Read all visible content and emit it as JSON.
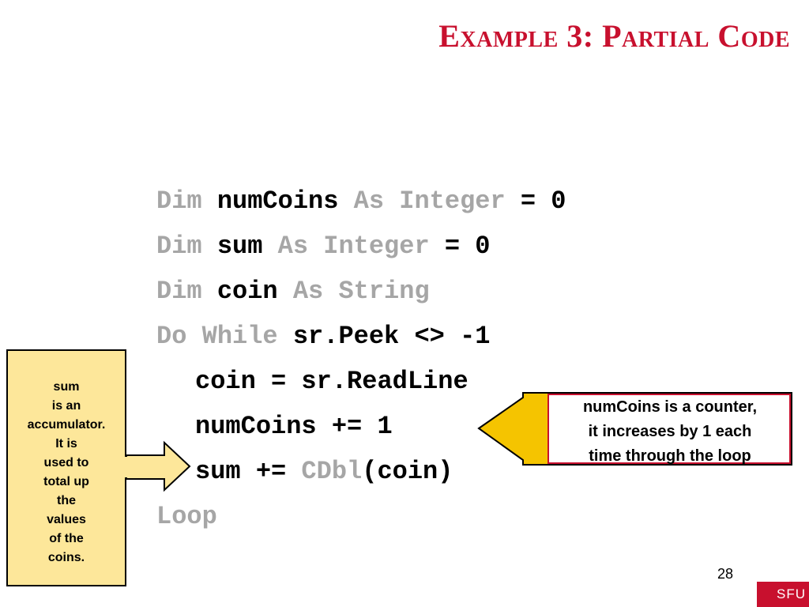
{
  "slide": {
    "title": "Example 3: Partial Code",
    "page_number": "28",
    "logo_text": "SFU"
  },
  "code": {
    "line1": {
      "kw1": "Dim",
      "var": "numCoins",
      "kw2": "As Integer",
      "rest": "= 0"
    },
    "line2": {
      "kw1": "Dim",
      "var": "sum",
      "kw2": "As Integer",
      "rest": "= 0"
    },
    "line3": {
      "kw1": "Dim",
      "var": "coin",
      "kw2": "As String"
    },
    "line4": {
      "kw1": "Do While",
      "rest": "sr.Peek <> -1"
    },
    "line5": {
      "text": "coin = sr.ReadLine"
    },
    "line6": {
      "text": "numCoins += 1"
    },
    "line7": {
      "pre": "sum += ",
      "kw": "CDbl",
      "post": "(coin)"
    },
    "line8": {
      "kw": "Loop"
    }
  },
  "callouts": {
    "left": {
      "lines": [
        "sum",
        "is an",
        "accumulator.",
        "It is",
        "used to",
        "total up",
        "the",
        "values",
        "of the",
        "coins."
      ]
    },
    "right": {
      "lines": [
        "numCoins is a counter,",
        "it increases by 1 each",
        "time through the loop"
      ]
    }
  },
  "colors": {
    "title": "#c8102e",
    "keyword": "#a6a6a6",
    "callout_fill": "#fde79a",
    "right_callout_fill": "#f5c400",
    "logo_bg": "#c8102e"
  }
}
